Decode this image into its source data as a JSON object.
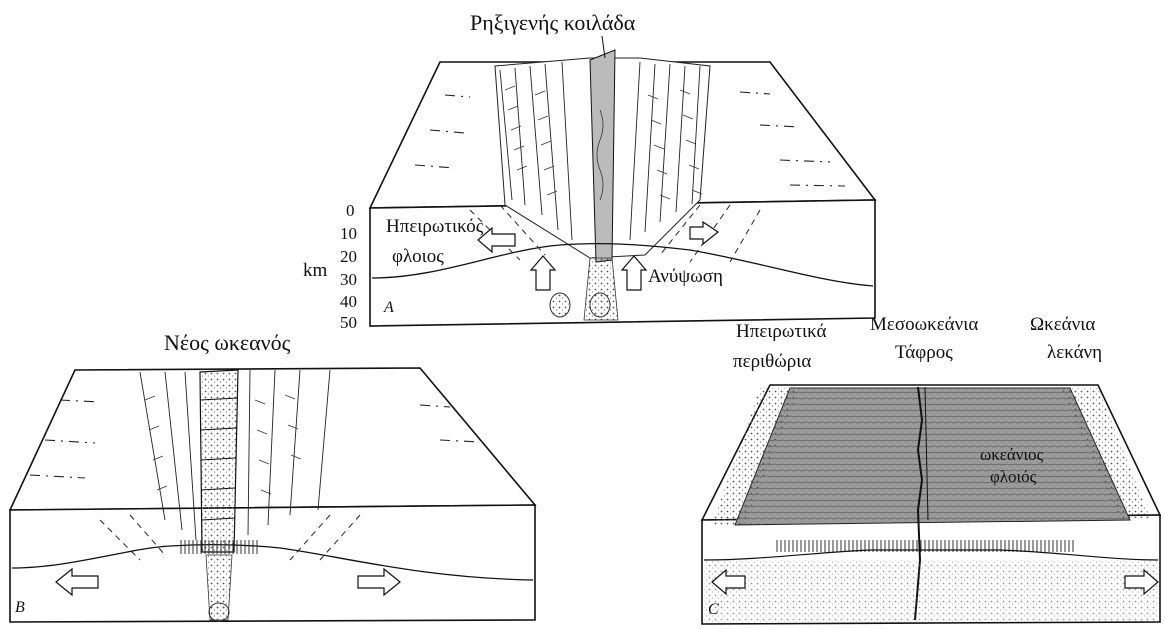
{
  "panel_a": {
    "title": "Ρηξιγενής κοιλάδα",
    "crust_label_1": "Ηπειρωτικός",
    "crust_label_2": "φλοιος",
    "uplift_label": "Ανύψωση",
    "depth_unit": "km",
    "depth_ticks": [
      "0",
      "10",
      "20",
      "30",
      "40",
      "50"
    ],
    "letter": "A"
  },
  "panel_b": {
    "title": "Νέος ωκεανός",
    "letter": "B"
  },
  "panel_c": {
    "label_margin_1": "Ηπειρωτικά",
    "label_margin_2": "περιθώρια",
    "label_trench_1": "Μεσοωκεάνια",
    "label_trench_2": "Τάφρος",
    "label_basin_1": "Ωκεάνια",
    "label_basin_2": "λεκάνη",
    "crust_label_1": "ωκεάνιος",
    "crust_label_2": "φλοιός",
    "letter": "C"
  }
}
